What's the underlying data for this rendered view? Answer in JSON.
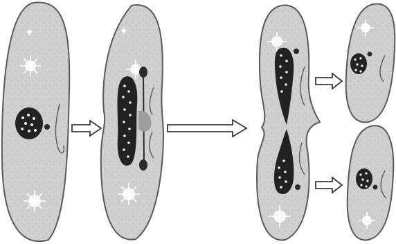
{
  "diagram": {
    "stages": [
      {
        "id": "parent-cell",
        "label": ""
      },
      {
        "id": "dividing-nucleus-cell",
        "label": ""
      },
      {
        "id": "constricting-cell",
        "label": ""
      },
      {
        "id": "daughter-cell-top",
        "label": ""
      },
      {
        "id": "daughter-cell-bottom",
        "label": ""
      }
    ],
    "colors": {
      "cytoplasm": "#cfcfcf",
      "cell_outline": "#5a5a5a",
      "nucleus": "#222222",
      "nucleus_dots": "#f0f0f0",
      "arrow_fill": "#ffffff",
      "arrow_stroke": "#3a3a3a",
      "vacuole": "#f7f7f7",
      "gray_region": "#9d9d9d"
    }
  }
}
